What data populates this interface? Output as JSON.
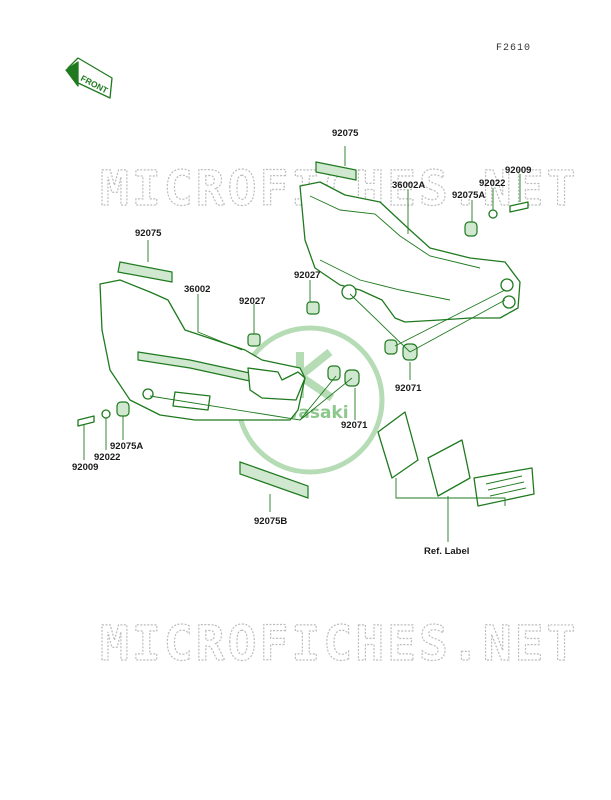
{
  "diagram_code": "F2610",
  "front_marker": "FRONT",
  "watermark": "MICROFICHES.NET",
  "logo_text": "Kawasaki",
  "parts": {
    "p92075_top": "92075",
    "p36002A": "36002A",
    "p92075A_right": "92075A",
    "p92022_right": "92022",
    "p92009_right": "92009",
    "p92027_right": "92027",
    "p92071_right": "92071",
    "p92075_left": "92075",
    "p36002": "36002",
    "p92027_left": "92027",
    "p92071_left": "92071",
    "p92075A_left": "92075A",
    "p92022_left": "92022",
    "p92009_left": "92009",
    "p92075B": "92075B",
    "ref_label": "Ref. Label"
  },
  "colors": {
    "line": "#1f7a1f",
    "fill": "#cfe8cf",
    "watermark": "#bdbdbd"
  }
}
